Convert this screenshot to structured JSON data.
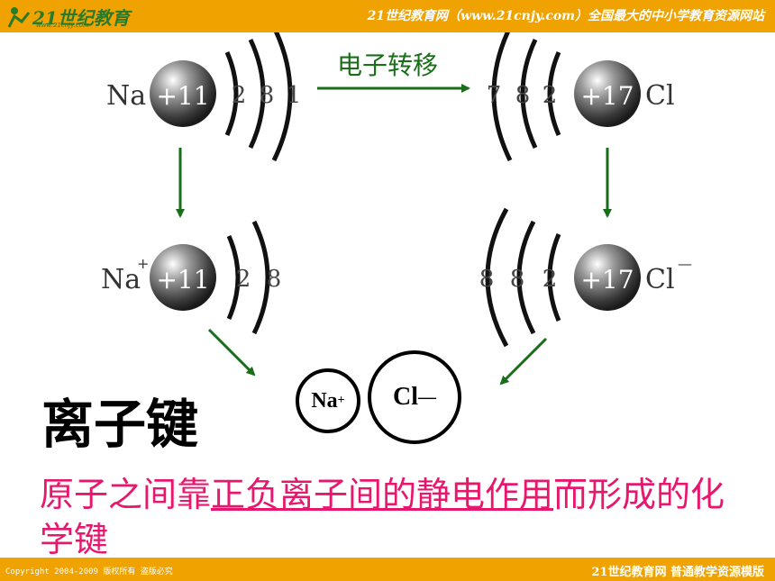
{
  "header": {
    "logo_text": "21世纪教育",
    "logo_url": "www.21cnjy.com",
    "site_title": "21世纪教育网（www.21cnjy.com）全国最大的中小学教育资源网站"
  },
  "footer": {
    "copyright": "Copyright 2004-2009 版权所有 盗版必究",
    "right": "21世纪教育网   普通教学资源模版"
  },
  "diagram": {
    "transfer_label": "电子转移",
    "na_atom": {
      "symbol": "Na",
      "nucleus": "+11",
      "shells": [
        "2",
        "8",
        "1"
      ]
    },
    "cl_atom": {
      "symbol": "Cl",
      "nucleus": "+17",
      "shells": [
        "7",
        "8",
        "2"
      ]
    },
    "na_ion": {
      "symbol": "Na",
      "charge": "+",
      "nucleus": "+11",
      "shells": [
        "2",
        "8"
      ]
    },
    "cl_ion": {
      "symbol": "Cl",
      "charge": "—",
      "nucleus": "+17",
      "shells": [
        "8",
        "8",
        "2"
      ]
    },
    "pair": {
      "na": "Na",
      "na_charge": "+",
      "cl": "Cl",
      "cl_charge": "—"
    }
  },
  "title": "离子键",
  "definition": {
    "part1": "原子之间靠",
    "underlined": "正负离子间的静电作用",
    "part2": "而形成的化学键"
  },
  "colors": {
    "bar": "#f0a300",
    "arrow": "#1a6e1a",
    "definition": "#e8176e"
  }
}
